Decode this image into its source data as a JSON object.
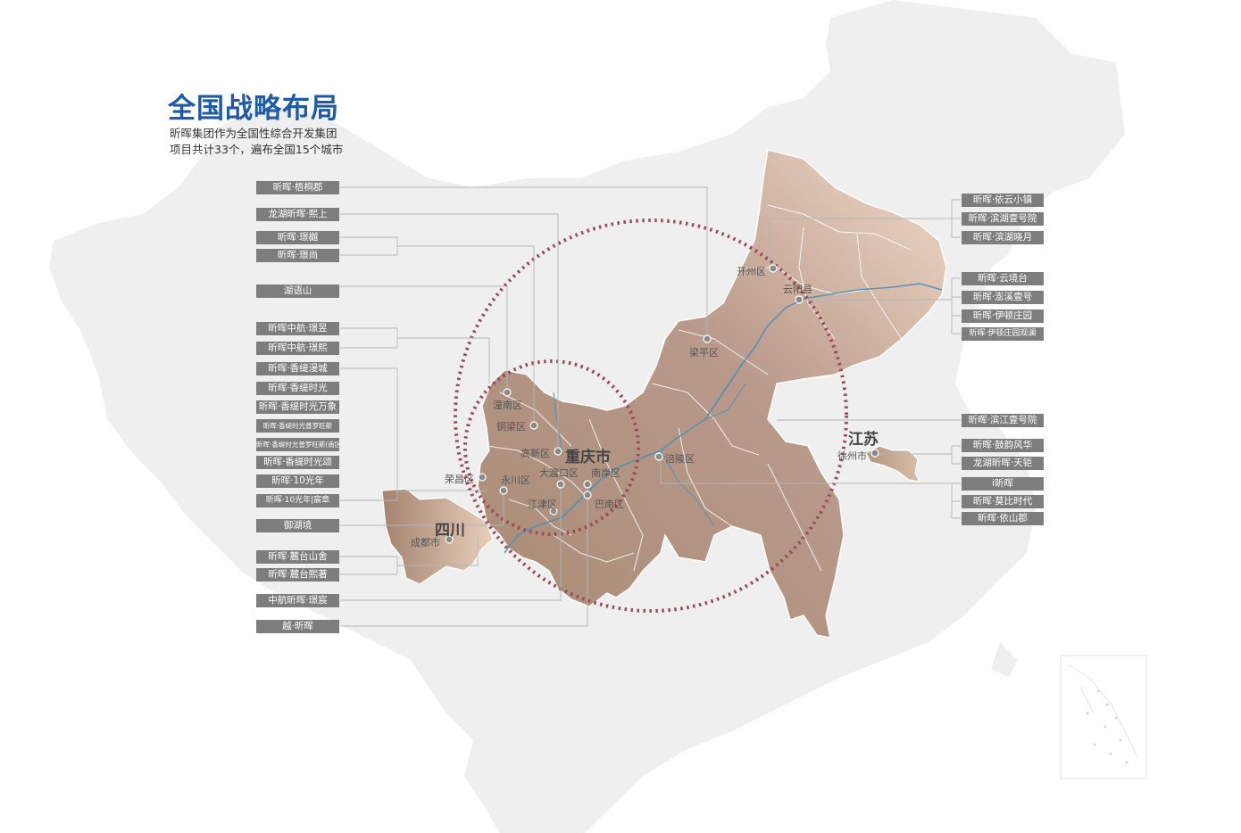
{
  "header": {
    "title": "全国战略布局",
    "subtitle_line1": "昕晖集团作为全国性综合开发集团",
    "subtitle_line2": "项目共计33个，遍布全国15个城市"
  },
  "map_labels": {
    "chongqing_city": "重庆市",
    "sichuan": "四川",
    "jiangsu": "江苏",
    "chengdu": "成都市",
    "xuzhou": "徐州市",
    "kaizhou": "开州区",
    "yunyang": "云阳县",
    "liangping": "梁平区",
    "tongnan": "潼南区",
    "tongliang": "铜梁区",
    "gaoxin": "高新区",
    "rongchang": "荣昌区",
    "yongchuan": "永川区",
    "dadukou": "大渡口区",
    "nanan": "南岸区",
    "jiangjin": "江津区",
    "banan": "巴南区",
    "fuling": "涪陵区"
  },
  "projects_left": [
    "昕晖·梧桐郡",
    "龙湖昕晖·熙上",
    "昕晖·璟樾",
    "昕晖·璟尚",
    "湖语山",
    "昕晖中航·璟昱",
    "昕晖中航·璟熙",
    "昕晖·香缇漫城",
    "昕晖·香缇时光",
    "昕晖·香缇时光万象",
    "昕晖·香缇时光普罗旺斯",
    "昕晖·香缇时光普罗旺斯(南区)",
    "昕晖·香缇时光颂",
    "昕晖·10光年",
    "昕晖·10光年|宸章",
    "御湖境",
    "昕晖·麓台山舍",
    "昕晖·麓台熙著",
    "中航昕晖·璟宸",
    "越·昕晖"
  ],
  "projects_right": [
    "昕晖·依云小镇",
    "昕晖·滨湖壹号院",
    "昕晖·滨湖晓月",
    "昕晖·云境台",
    "昕晖·澎溪壹号",
    "昕晖·伊顿庄园",
    "昕晖·伊顿庄园观澜",
    "昕晖·滨江壹号院",
    "昕晖·鼓韵风华",
    "龙湖昕晖·天钜",
    "i昕晖",
    "昕晖·莫比时代",
    "昕晖·依山郡"
  ],
  "colors": {
    "title": "#1f5aa6",
    "tag_bg": "#7d7d7d",
    "china_fill": "#efefef",
    "region_dark": "#a8876f",
    "region_light": "#ecd6c3",
    "ring": "#9a4a5a",
    "river": "#4a8fb8"
  }
}
